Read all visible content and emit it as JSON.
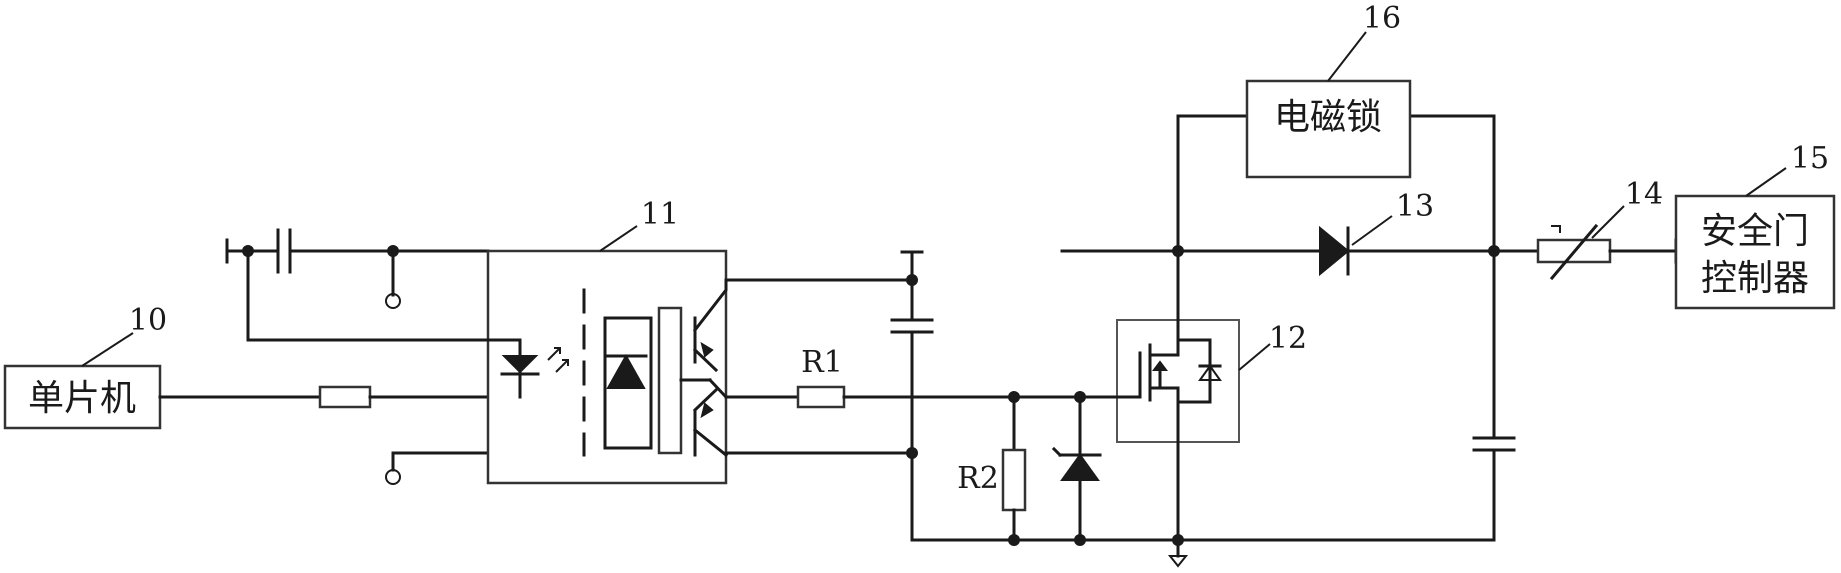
{
  "colors": {
    "line": "#1a1a1a",
    "background": "#ffffff"
  },
  "blocks": {
    "mcu": {
      "number": "10",
      "text": "单片机"
    },
    "optocoupler": {
      "number": "11"
    },
    "mosfet": {
      "number": "12"
    },
    "diode": {
      "number": "13"
    },
    "thermistor": {
      "number": "14"
    },
    "safety_door_controller": {
      "number": "15",
      "line1": "安全门",
      "line2": "控制器"
    },
    "electromagnetic_lock": {
      "number": "16",
      "text": "电磁锁"
    }
  },
  "resistors": {
    "r1": "R1",
    "r2": "R2"
  }
}
